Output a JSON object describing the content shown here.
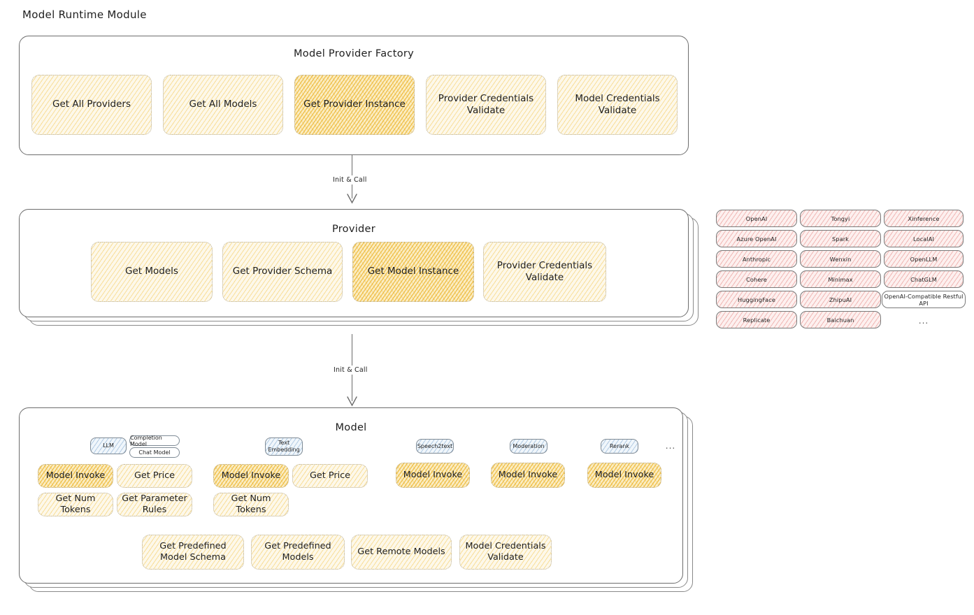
{
  "page": {
    "title": "Model Runtime Module"
  },
  "colors": {
    "highlight_fill": "#fbedc4",
    "light_fill": "#fdf8ea",
    "provider_fill": "#fdf0ef",
    "badge_fill": "#f0f6fb",
    "stroke": "#6d6d6d",
    "text": "#1e1e1e"
  },
  "factory": {
    "title": "Model Provider Factory",
    "cards": [
      {
        "label": "Get All Providers",
        "highlighted": false
      },
      {
        "label": "Get All Models",
        "highlighted": false
      },
      {
        "label": "Get Provider Instance",
        "highlighted": true
      },
      {
        "label": "Provider Credentials Validate",
        "highlighted": false
      },
      {
        "label": "Model Credentials Validate",
        "highlighted": false
      }
    ]
  },
  "connector_1": {
    "label": "Init & Call"
  },
  "provider": {
    "title": "Provider",
    "cards": [
      {
        "label": "Get Models",
        "highlighted": false
      },
      {
        "label": "Get Provider Schema",
        "highlighted": false
      },
      {
        "label": "Get Model Instance",
        "highlighted": true
      },
      {
        "label": "Provider Credentials Validate",
        "highlighted": false
      }
    ]
  },
  "provider_list": {
    "columns": [
      [
        "OpenAI",
        "Azure OpenAI",
        "Anthropic",
        "Cohere",
        "HuggingFace",
        "Replicate"
      ],
      [
        "Tongyi",
        "Spark",
        "Wenxin",
        "Minimax",
        "ZhipuAI",
        "Baichuan"
      ],
      [
        "Xinference",
        "LocalAI",
        "OpenLLM",
        "ChatGLM",
        "OpenAI-Compatible Restful API"
      ]
    ],
    "more": "..."
  },
  "connector_2": {
    "label": "Init & Call"
  },
  "model": {
    "title": "Model",
    "more": "...",
    "types": [
      {
        "badge": "LLM",
        "sub_badges": [
          "Completion Model",
          "Chat Model"
        ],
        "methods": [
          {
            "label": "Model Invoke",
            "highlighted": true
          },
          {
            "label": "Get Price",
            "highlighted": false
          },
          {
            "label": "Get Num Tokens",
            "highlighted": false
          },
          {
            "label": "Get Parameter Rules",
            "highlighted": false
          }
        ]
      },
      {
        "badge": "Text Embedding",
        "sub_badges": [],
        "methods": [
          {
            "label": "Model Invoke",
            "highlighted": true
          },
          {
            "label": "Get Price",
            "highlighted": false
          },
          {
            "label": "Get Num Tokens",
            "highlighted": false
          }
        ]
      },
      {
        "badge": "Speech2text",
        "sub_badges": [],
        "methods": [
          {
            "label": "Model Invoke",
            "highlighted": true
          }
        ]
      },
      {
        "badge": "Moderation",
        "sub_badges": [],
        "methods": [
          {
            "label": "Model Invoke",
            "highlighted": true
          }
        ]
      },
      {
        "badge": "Rerank",
        "sub_badges": [],
        "methods": [
          {
            "label": "Model Invoke",
            "highlighted": true
          }
        ]
      }
    ],
    "common_methods": [
      "Get Predefined Model Schema",
      "Get Predefined Models",
      "Get Remote Models",
      "Model Credentials Validate"
    ]
  }
}
